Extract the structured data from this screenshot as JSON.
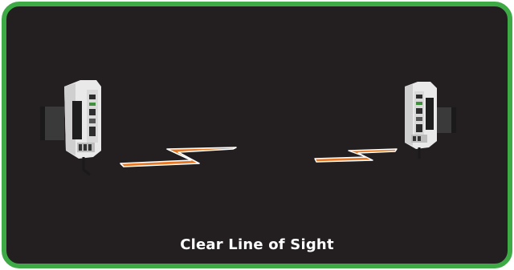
{
  "caption": "Clear Line of Sight",
  "devices": [
    {
      "name": "left-radio-module",
      "icon": "din-rail-radio-module-icon"
    },
    {
      "name": "right-radio-module",
      "icon": "din-rail-radio-module-icon"
    }
  ],
  "signals": [
    {
      "name": "left-signal",
      "icon": "lightning-signal-icon"
    },
    {
      "name": "right-signal",
      "icon": "lightning-signal-icon"
    }
  ],
  "colors": {
    "frame_border": "#3daa46",
    "background": "#231f20",
    "signal_core": "#e87722",
    "signal_edge": "#ffffff",
    "caption_text": "#ffffff"
  }
}
